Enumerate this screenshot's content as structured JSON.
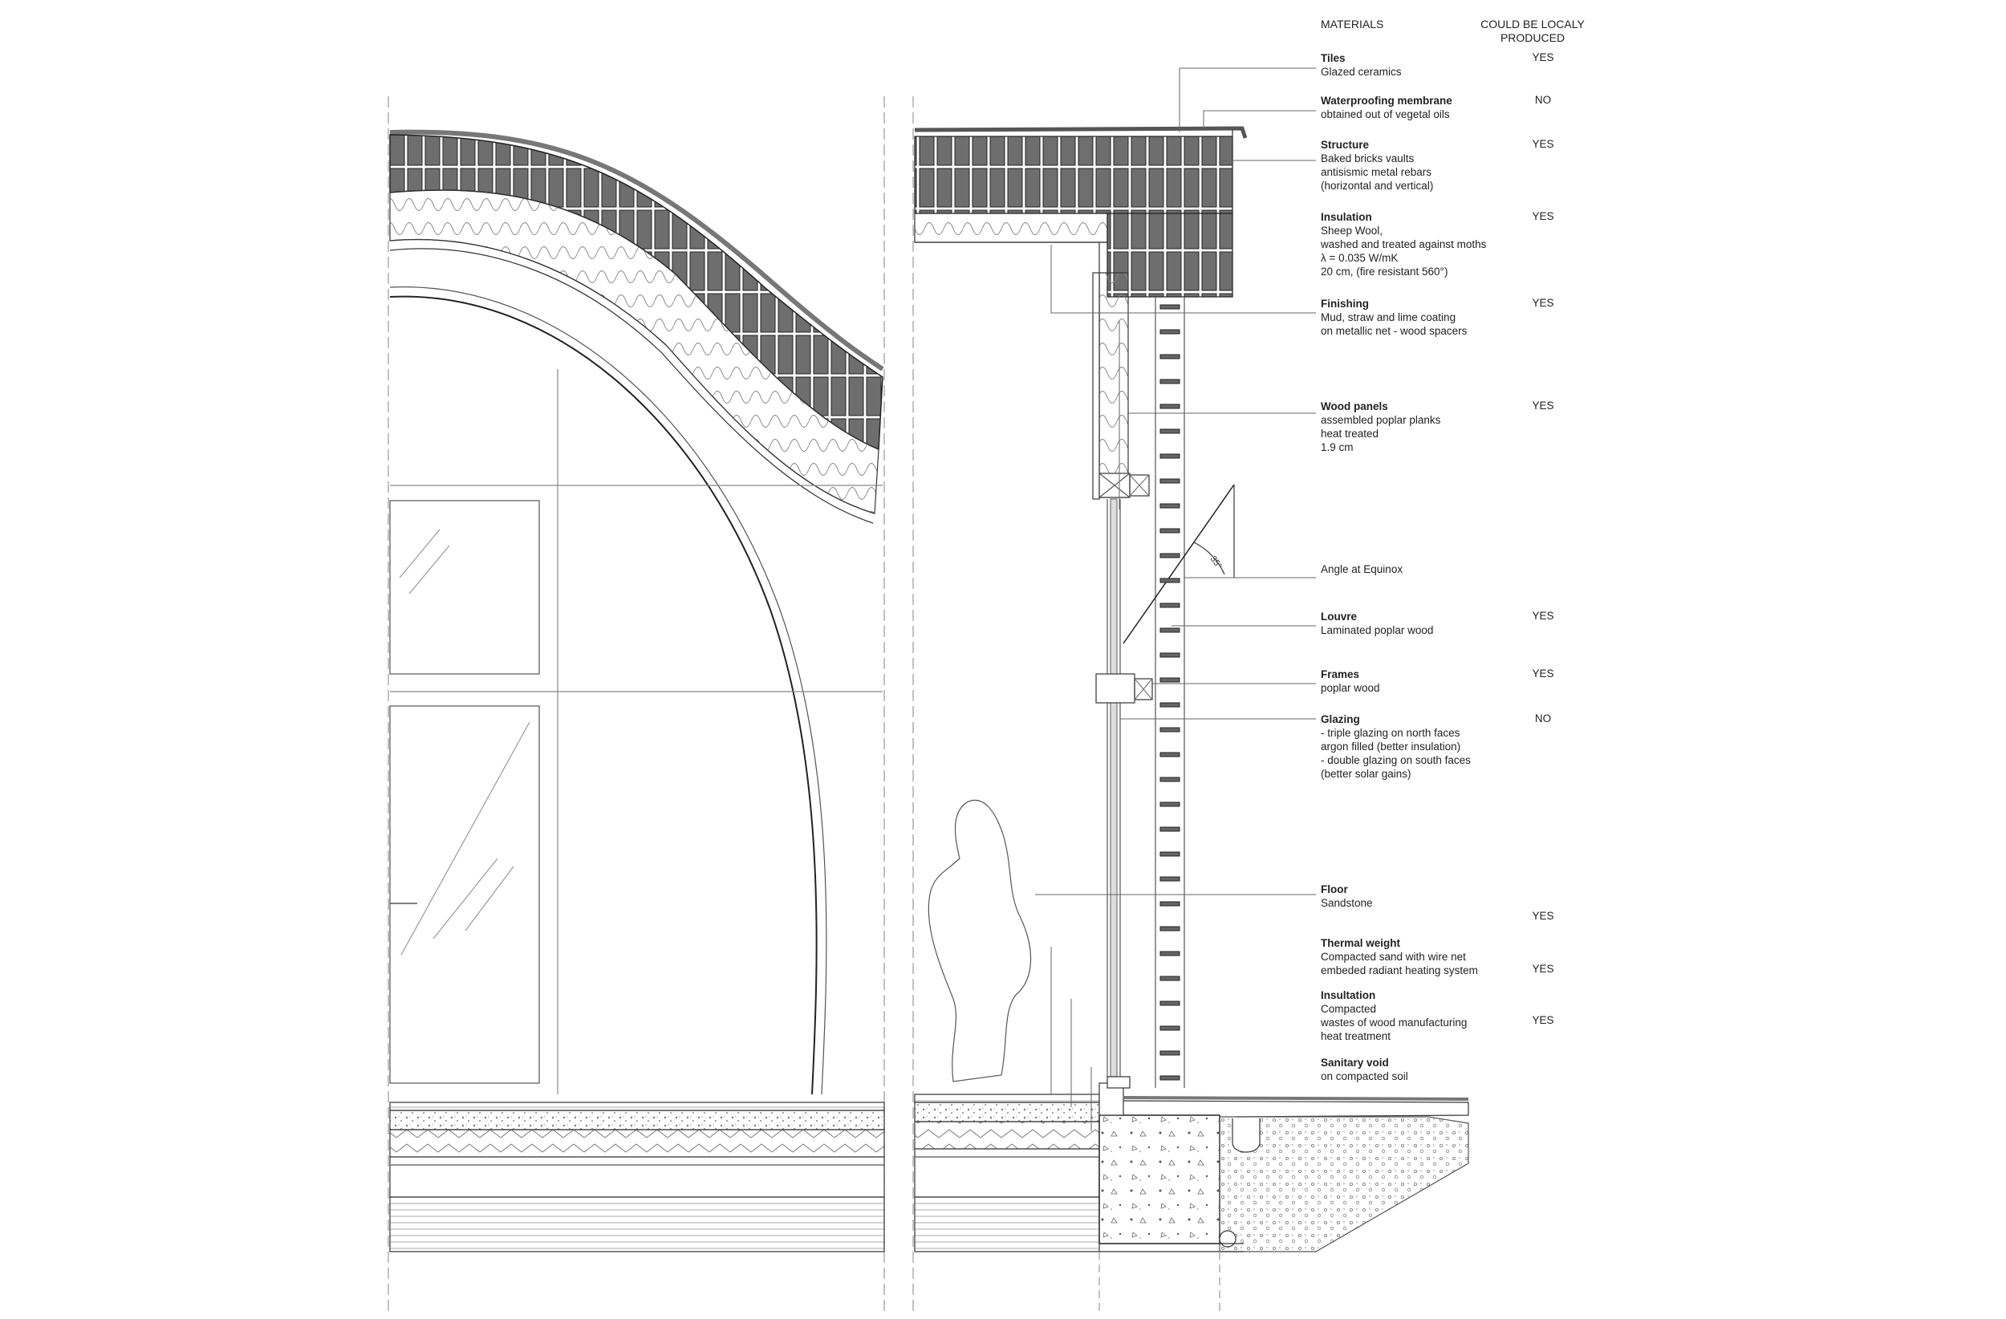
{
  "header": {
    "materials": "MATERIALS",
    "local_line1": "COULD BE LOCALY",
    "local_line2": "PRODUCED"
  },
  "materials": [
    {
      "title": "Tiles",
      "desc": "Glazed ceramics",
      "local": "YES"
    },
    {
      "title": "Waterproofing membrane",
      "desc": "obtained out of vegetal oils",
      "local": "NO"
    },
    {
      "title": "Structure",
      "desc": "Baked bricks vaults\nantisismic metal rebars\n(horizontal and vertical)",
      "local": "YES"
    },
    {
      "title": "Insulation",
      "desc": "Sheep Wool,\nwashed and treated against moths\nλ = 0.035 W/mK\n20 cm, (fire resistant 560°)",
      "local": "YES"
    },
    {
      "title": "Finishing",
      "desc": "Mud, straw and lime coating\non metallic net - wood spacers",
      "local": "YES"
    },
    {
      "title": "Wood panels",
      "desc": "assembled poplar planks\nheat treated\n1.9 cm",
      "local": "YES"
    },
    {
      "title": "Louvre",
      "desc": "Laminated poplar wood",
      "local": "YES"
    },
    {
      "title": "Frames",
      "desc": "poplar wood",
      "local": "YES"
    },
    {
      "title": "Glazing",
      "desc": "- triple glazing on north faces\nargon filled (better insulation)\n- double glazing on south faces\n(better solar gains)",
      "local": "NO"
    },
    {
      "title": "Floor",
      "desc": "Sandstone",
      "local": "YES"
    },
    {
      "title": "Thermal weight",
      "desc": "Compacted sand with wire net\nembeded radiant heating system",
      "local": "YES"
    },
    {
      "title": "Insultation",
      "desc": "Compacted\nwastes of wood manufacturing\nheat treatment",
      "local": "YES"
    },
    {
      "title": "Sanitary void",
      "desc": "on compacted soil",
      "local": ""
    }
  ],
  "angle_label": "Angle at Equinox",
  "angle_value": "35°",
  "colors": {
    "line": "#333333",
    "brick": "#6e6e6e",
    "hatch": "#999999"
  }
}
